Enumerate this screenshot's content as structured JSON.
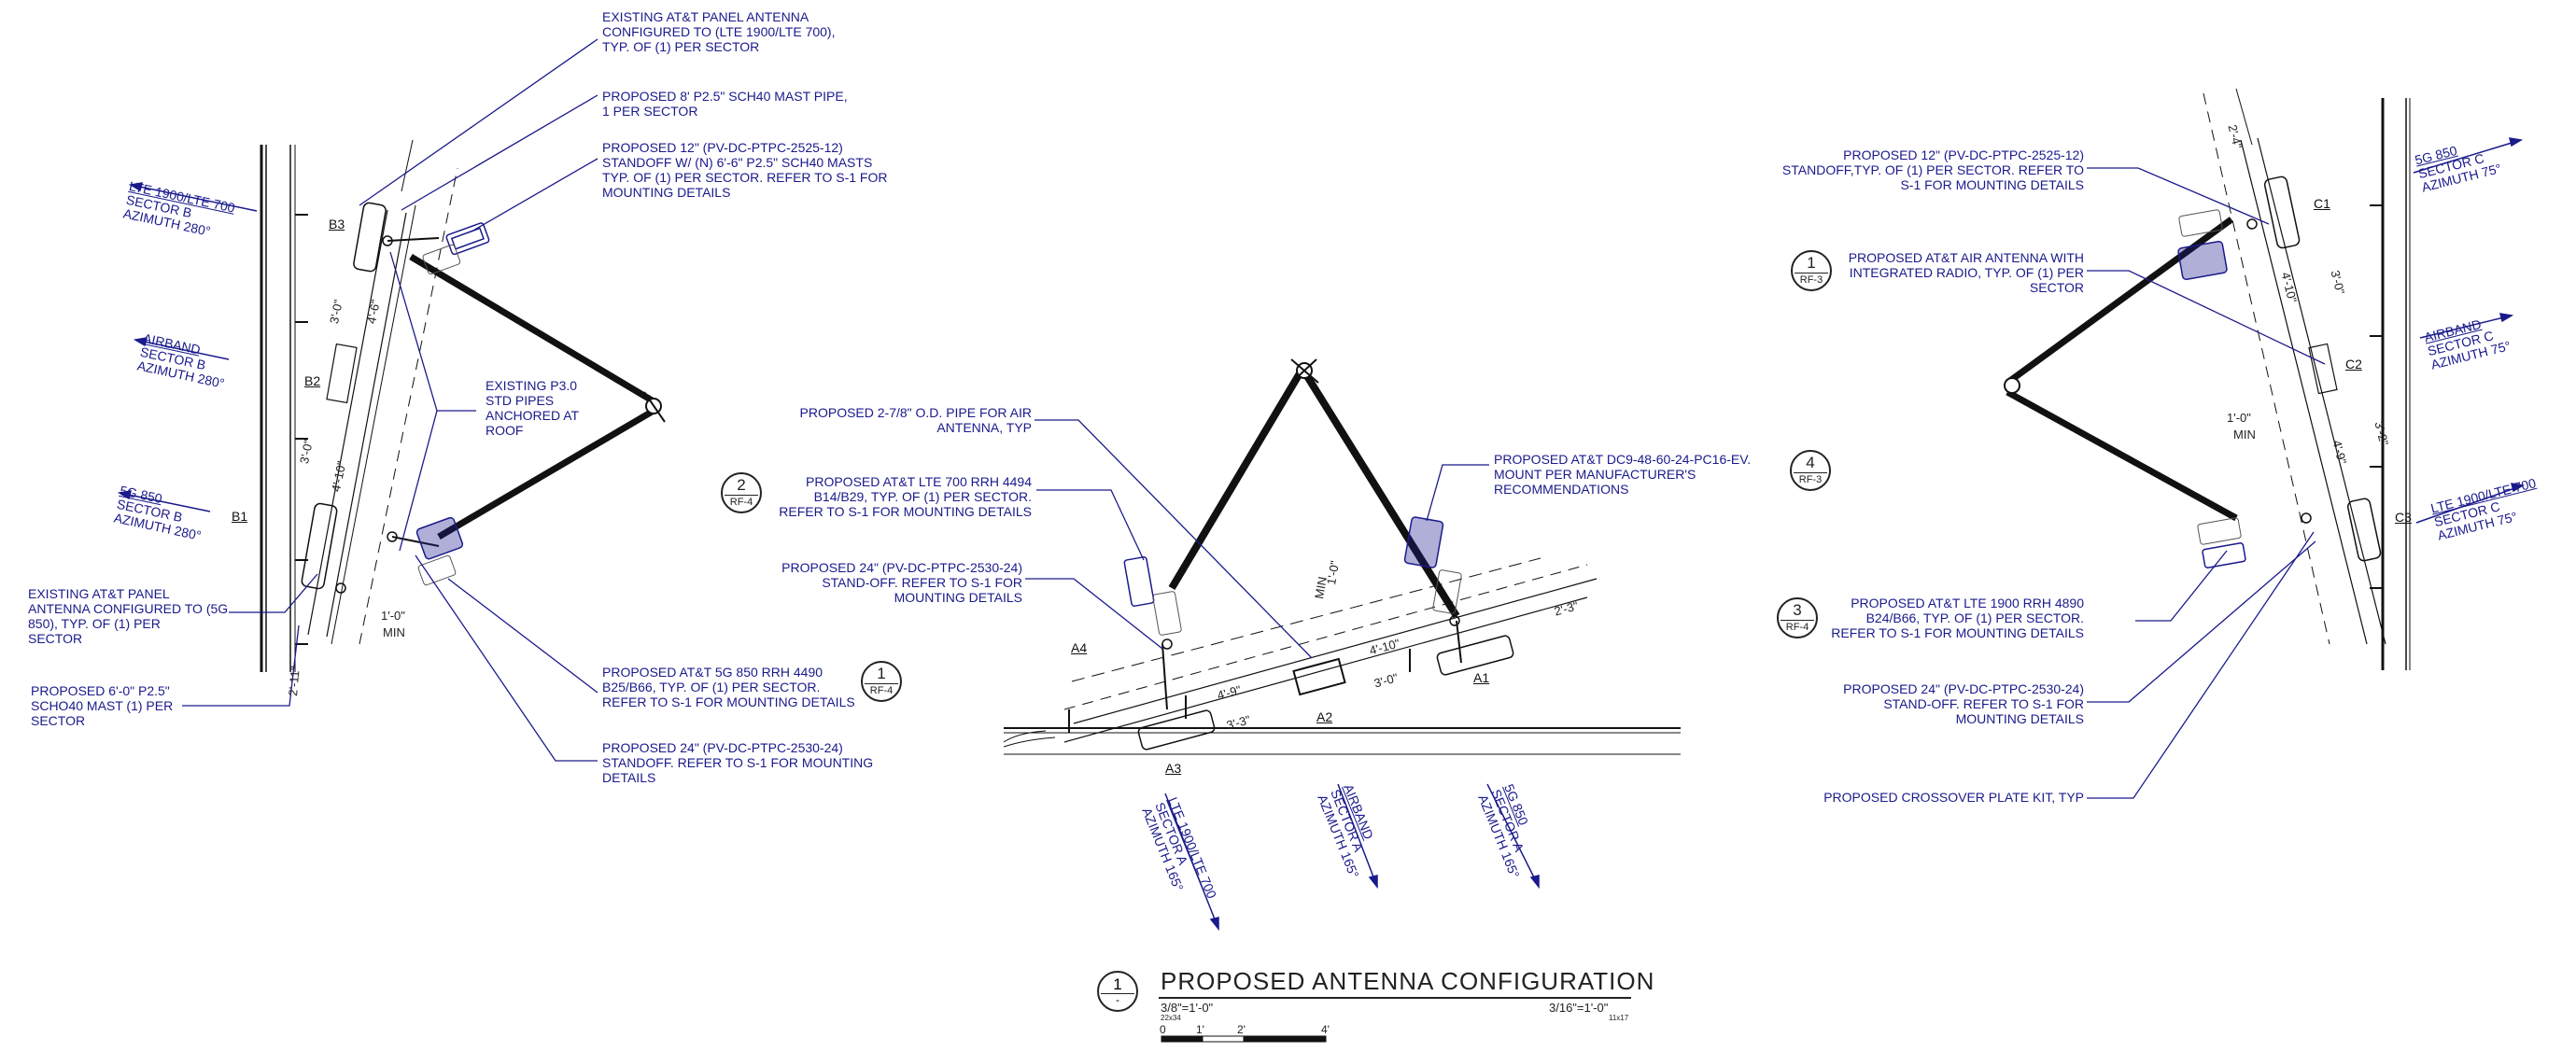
{
  "west": {
    "notes": [
      [
        "EXISTING AT&T PANEL ANTENNA",
        "CONFIGURED TO (LTE 1900/LTE 700),",
        "TYP. OF (1) PER SECTOR"
      ],
      [
        "PROPOSED 8' P2.5\" SCH40 MAST PIPE,",
        "1 PER SECTOR"
      ],
      [
        "PROPOSED 12\" (PV-DC-PTPC-2525-12)",
        "STANDOFF W/ (N) 6'-6\" P2.5\" SCH40 MASTS",
        "TYP. OF (1) PER SECTOR. REFER TO S-1 FOR",
        "MOUNTING DETAILS"
      ],
      [
        "EXISTING P3.0",
        "STD PIPES",
        "ANCHORED AT",
        "ROOF"
      ],
      [
        "EXISTING AT&T PANEL",
        "ANTENNA CONFIGURED TO (5G",
        "850), TYP. OF (1) PER",
        "SECTOR"
      ],
      [
        "PROPOSED 6'-0\" P2.5\"",
        "SCHO40 MAST (1) PER",
        "SECTOR"
      ],
      [
        "PROPOSED AT&T 5G 850 RRH 4490",
        "B25/B66, TYP. OF (1) PER SECTOR.",
        "REFER TO S-1 FOR MOUNTING DETAILS"
      ],
      [
        "PROPOSED 24\" (PV-DC-PTPC-2530-24)",
        "STANDOFF. REFER TO S-1 FOR MOUNTING",
        "DETAILS"
      ]
    ],
    "azimuths": [
      [
        "LTE 1900/LTE 700",
        "SECTOR B",
        "AZIMUTH 280°"
      ],
      [
        "AIRBAND",
        "SECTOR B",
        "AZIMUTH 280°"
      ],
      [
        "5G 850",
        "SECTOR B",
        "AZIMUTH 280°"
      ]
    ],
    "labels": [
      "B3",
      "B2",
      "B1"
    ],
    "dims": [
      "3'-0\"",
      "4'-6\"",
      "3'-0\"",
      "4'-10\"",
      "1'-0\"",
      "MIN",
      "2'-11\""
    ],
    "bubble": {
      "n": "1",
      "s": "RF-4"
    }
  },
  "middle": {
    "notes": [
      [
        "PROPOSED 2-7/8\" O.D. PIPE FOR AIR",
        "ANTENNA, TYP"
      ],
      [
        "PROPOSED AT&T LTE 700 RRH 4494",
        "B14/B29, TYP. OF (1) PER SECTOR.",
        "REFER TO S-1 FOR MOUNTING DETAILS"
      ],
      [
        "PROPOSED 24\" (PV-DC-PTPC-2530-24)",
        "STAND-OFF. REFER TO S-1 FOR",
        "MOUNTING DETAILS"
      ],
      [
        "PROPOSED AT&T DC9-48-60-24-PC16-EV.",
        "MOUNT PER MANUFACTURER'S",
        "RECOMMENDATIONS"
      ]
    ],
    "azimuths": [
      [
        "LTE 1900/LTE 700",
        "SECTOR A",
        "AZIMUTH 165°"
      ],
      [
        "AIRBAND",
        "SECTOR A",
        "AZIMUTH 165°"
      ],
      [
        "5G 850",
        "SECTOR A",
        "AZIMUTH 165°"
      ]
    ],
    "labels": [
      "A4",
      "A3",
      "A2",
      "A1"
    ],
    "dims": [
      "1'-0\"",
      "MIN",
      "4'-10\"",
      "2'-3\"",
      "4'-9\"",
      "3'-0\"",
      "3'-3\""
    ],
    "bubbles": [
      {
        "n": "2",
        "s": "RF-4"
      },
      {
        "n": "4",
        "s": "RF-3"
      }
    ]
  },
  "east": {
    "notes": [
      [
        "PROPOSED 12\" (PV-DC-PTPC-2525-12)",
        "STANDOFF,TYP. OF (1) PER SECTOR. REFER TO",
        "S-1 FOR MOUNTING DETAILS"
      ],
      [
        "PROPOSED AT&T AIR ANTENNA WITH",
        "INTEGRATED RADIO, TYP. OF (1) PER",
        "SECTOR"
      ],
      [
        "PROPOSED AT&T LTE 1900 RRH 4890",
        "B24/B66, TYP. OF (1) PER SECTOR.",
        "REFER TO S-1 FOR MOUNTING DETAILS"
      ],
      [
        "PROPOSED 24\" (PV-DC-PTPC-2530-24)",
        "STAND-OFF. REFER TO S-1 FOR",
        "MOUNTING DETAILS"
      ],
      [
        "PROPOSED CROSSOVER PLATE KIT, TYP"
      ]
    ],
    "azimuths": [
      [
        "5G 850",
        "SECTOR C",
        "AZIMUTH 75°"
      ],
      [
        "AIRBAND",
        "SECTOR C",
        "AZIMUTH 75°"
      ],
      [
        "LTE 1900/LTE 700",
        "SECTOR C",
        "AZIMUTH 75°"
      ]
    ],
    "labels": [
      "C1",
      "C2",
      "C3"
    ],
    "dims": [
      "2'-4\"",
      "4'-10\"",
      "3'-0\"",
      "1'-0\"",
      "MIN",
      "4'-9\"",
      "3'-2\""
    ],
    "bubbles": [
      {
        "n": "1",
        "s": "RF-3"
      },
      {
        "n": "3",
        "s": "RF-4"
      }
    ]
  },
  "title": {
    "text": "PROPOSED ANTENNA CONFIGURATION",
    "bubble_num": "1",
    "bubble_sheet": "-",
    "scale_full": "3/8\"=1'-0\"",
    "scale_full_sheet": "22x34",
    "scale_half": "3/16\"=1'-0\"",
    "scale_half_sheet": "11x17",
    "scale_ticks": [
      "0",
      "1'",
      "2'",
      "4'"
    ]
  },
  "colors": {
    "note": "#1a1a8c",
    "line": "#111111",
    "equipment": "#1a1a8c"
  }
}
